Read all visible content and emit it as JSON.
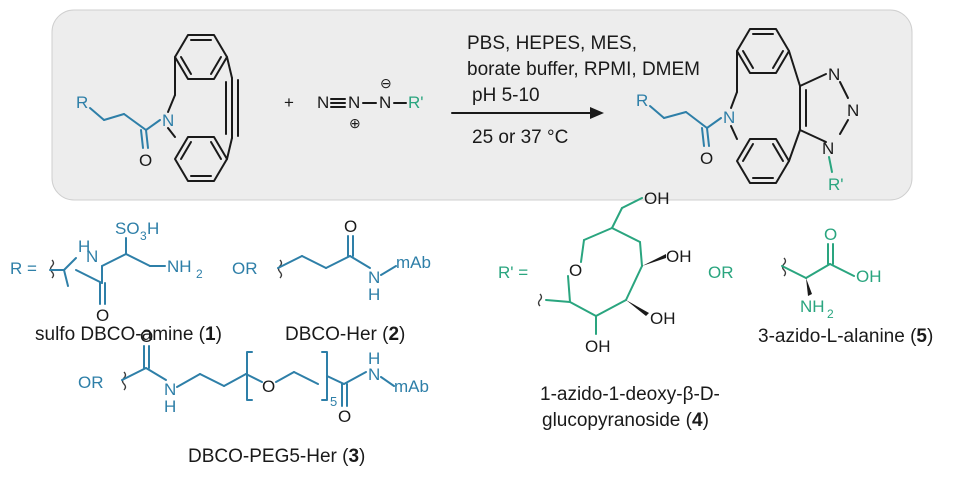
{
  "conditions": {
    "line1": "PBS, HEPES, MES,",
    "line2": "borate buffer, RPMI, DMEM",
    "line3": "pH 5-10",
    "line4": "25 or 37 °C"
  },
  "plus": "+",
  "atoms": {
    "R": "R",
    "R_prime": "R'",
    "N": "N",
    "O": "O",
    "minus": "⊖",
    "plus_charge": "⊕",
    "H": "H",
    "NH": "NH",
    "NH2": "NH",
    "sub2": "2",
    "SO3H_a": "SO",
    "SO3H_b": "3",
    "SO3H_c": "H",
    "mAb": "mAb",
    "OH": "OH",
    "five": "5"
  },
  "defs": {
    "R_eq": "R =",
    "Rp_eq": "R' =",
    "or": "OR"
  },
  "captions": {
    "c1_text": "sulfo DBCO-amine (",
    "c1_num": "1",
    "c2_text": "DBCO-Her (",
    "c2_num": "2",
    "c3_text": "DBCO-PEG5-Her (",
    "c3_num": "3",
    "c4_line1": "1-azido-1-deoxy-β-D-",
    "c4_line2": "glucopyranoside (",
    "c4_num": "4",
    "c5_text": "3-azido-L-alanine (",
    "c5_num": "5",
    "close": ")"
  },
  "colors": {
    "panel_bg": "#ededed",
    "blue": "#2e7fa8",
    "green": "#2aa57f",
    "black": "#1a1a1a"
  }
}
